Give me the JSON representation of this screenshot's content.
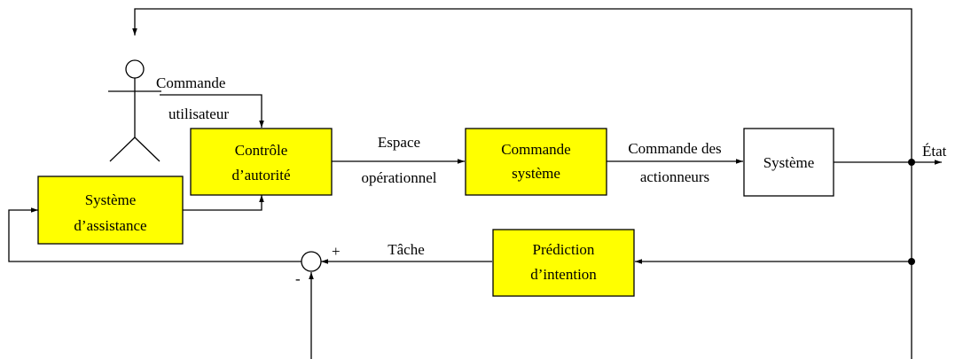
{
  "blocks": {
    "assistance": {
      "line1": "Système",
      "line2": "d’assistance",
      "color": "#ffff00"
    },
    "authority": {
      "line1": "Contrôle",
      "line2": "d’autorité",
      "color": "#ffff00"
    },
    "system_command": {
      "line1": "Commande",
      "line2": "système",
      "color": "#ffff00"
    },
    "system": {
      "line1": "Système",
      "color": "#ffffff"
    },
    "intention": {
      "line1": "Prédiction",
      "line2": "d’intention",
      "color": "#ffff00"
    }
  },
  "labels": {
    "user_command_1": "Commande",
    "user_command_2": "utilisateur",
    "operational_space_1": "Espace",
    "operational_space_2": "opérationnel",
    "actuator_command_1": "Commande des",
    "actuator_command_2": "actionneurs",
    "state": "État",
    "task": "Tâche",
    "plus": "+",
    "minus": "-"
  },
  "icons": {
    "user": "stick-figure-icon",
    "summing_junction": "summing-junction-icon"
  }
}
